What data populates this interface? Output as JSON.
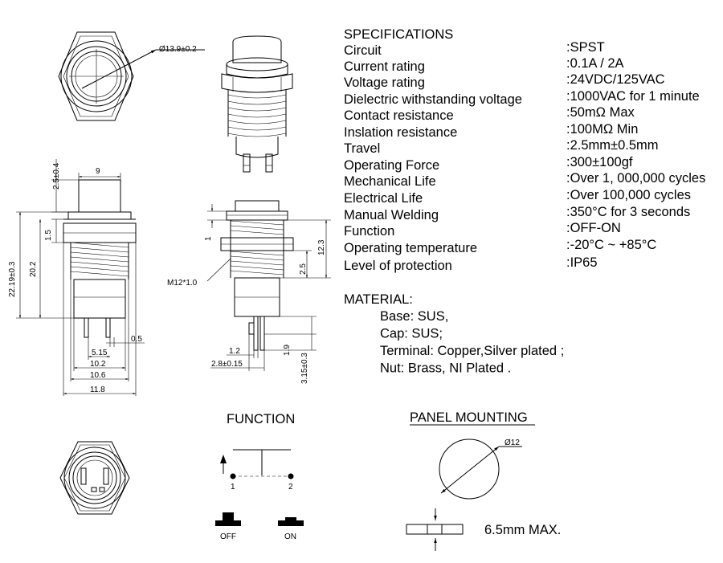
{
  "specifications": {
    "title": "SPECIFICATIONS",
    "rows": [
      {
        "label": "Circuit",
        "value": ":SPST"
      },
      {
        "label": "Current rating",
        "value": ":0.1A / 2A"
      },
      {
        "label": "Voltage rating",
        "value": ":24VDC/125VAC"
      },
      {
        "label": "Dielectric withstanding voltage",
        "value": ":1000VAC for 1 minute"
      },
      {
        "label": "Contact resistance",
        "value": ":50mΩ Max"
      },
      {
        "label": "Inslation resistance",
        "value": ":100MΩ Min"
      },
      {
        "label": "Travel",
        "value": ":2.5mm±0.5mm"
      },
      {
        "label": "Operating Force",
        "value": ":300±100gf"
      },
      {
        "label": "Mechanical Life",
        "value": ":Over 1, 000,000 cycles"
      },
      {
        "label": "Electrical Life",
        "value": ":Over 100,000 cycles"
      },
      {
        "label": "Manual Welding",
        "value": ":350°C for 3 seconds"
      },
      {
        "label": "Function",
        "value": ":OFF-ON"
      },
      {
        "label": "Operating temperature",
        "value": ":-20°C ~ +85°C"
      },
      {
        "label": "Level of protection",
        "value": ":IP65"
      }
    ]
  },
  "material": {
    "title": "MATERIAL:",
    "items": [
      "Base: SUS,",
      "Cap: SUS;",
      "Terminal: Copper,Silver plated ;",
      "Nut: Brass, NI Plated ."
    ]
  },
  "function": {
    "title": "FUNCTION",
    "pin1": "1",
    "pin2": "2",
    "off_label": "OFF",
    "on_label": "ON"
  },
  "panel_mounting": {
    "title": "PANEL MOUNTING",
    "hole_dia": "Ø12",
    "thickness": "6.5mm MAX."
  },
  "dimensions": {
    "top_dia": "Ø13.9±0.2",
    "cap_width": "9",
    "cap_height": "2.5±0.4",
    "step_height": "1.5",
    "total_height": "22.19±0.3",
    "body_height": "20.2",
    "pin_spacing": "5.15",
    "pin_thickness": "0.5",
    "width_10_2": "10.2",
    "width_10_6": "10.6",
    "width_11_8": "11.8",
    "thread": "M12*1.0",
    "side_1": "1",
    "side_12_3": "12.3",
    "side_2_5": "2.5",
    "side_1_9": "1.9",
    "side_3_15": "3.15±0.3",
    "side_1_2": "1.2",
    "side_2_8": "2.8±0.15"
  }
}
